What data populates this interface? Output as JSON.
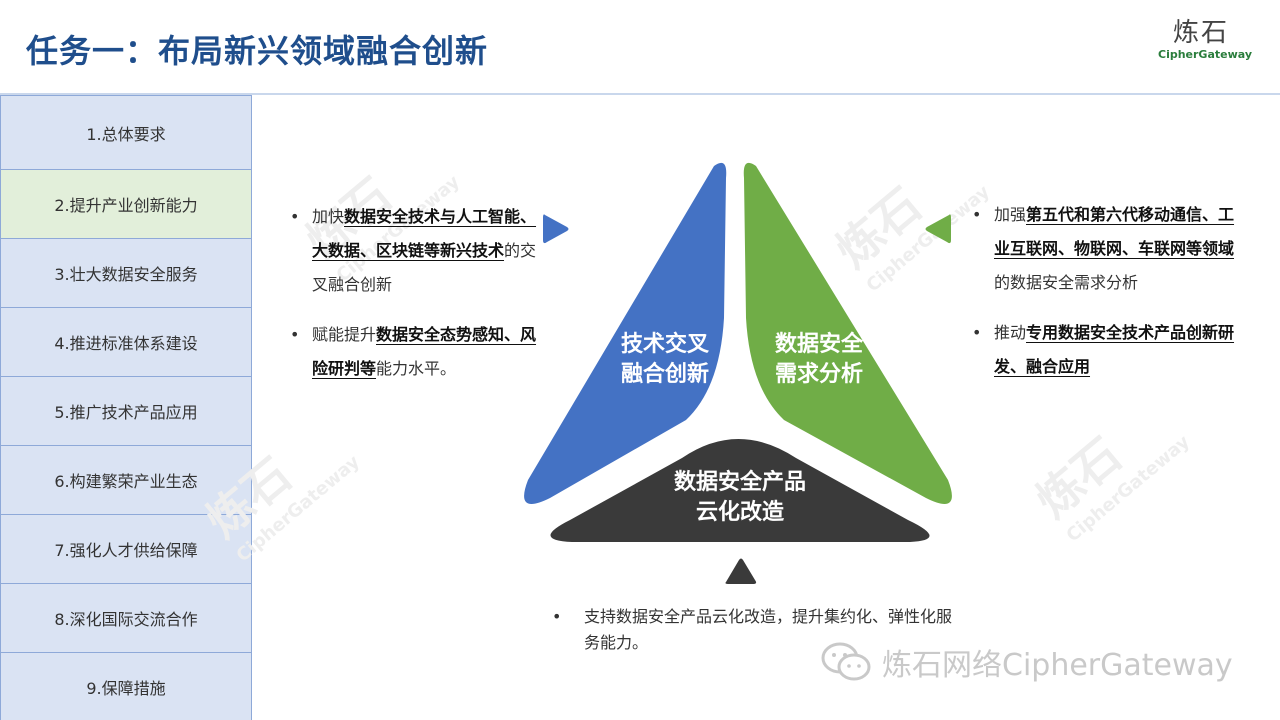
{
  "header": {
    "title": "任务一：布局新兴领域融合创新",
    "logo_cn": "炼石",
    "logo_en": "CipherGateway"
  },
  "sidebar": {
    "items": [
      {
        "label": "1.总体要求"
      },
      {
        "label": "2.提升产业创新能力"
      },
      {
        "label": "3.壮大数据安全服务"
      },
      {
        "label": "4.推进标准体系建设"
      },
      {
        "label": "5.推广技术产品应用"
      },
      {
        "label": "6.构建繁荣产业生态"
      },
      {
        "label": "7.强化人才供给保障"
      },
      {
        "label": "8.深化国际交流合作"
      },
      {
        "label": "9.保障措施"
      }
    ],
    "active_index": 1
  },
  "diagram": {
    "left": {
      "line1": "技术交叉",
      "line2": "融合创新",
      "color": "#4472c4"
    },
    "right": {
      "line1": "数据安全",
      "line2": "需求分析",
      "color": "#70ad47"
    },
    "bottom": {
      "line1": "数据安全产品",
      "line2": "云化改造",
      "color": "#3a3a3a"
    }
  },
  "left_bullets": [
    {
      "pre": "加快",
      "bold": "数据安全技术与人工智能、大数据、区块链等新兴技术",
      "post": "的交叉融合创新"
    },
    {
      "pre": "赋能提升",
      "bold": "数据安全态势感知、风险研判等",
      "post": "能力水平。"
    }
  ],
  "right_bullets": [
    {
      "pre": "加强",
      "bold": "第五代和第六代移动通信、工业互联网、物联网、车联网等领域",
      "post": "的数据安全需求分析"
    },
    {
      "pre": "推动",
      "bold": "专用数据安全技术产品创新研发、融合应用",
      "post": ""
    }
  ],
  "bottom_bullets": [
    {
      "pre": "支持数据安全产品云化改造，提升集约化、弹性化服务能力。",
      "bold": "",
      "post": ""
    }
  ],
  "watermark": {
    "text": "炼石网络CipherGateway",
    "logo_cn": "炼石",
    "logo_en": "CipherGateway"
  }
}
